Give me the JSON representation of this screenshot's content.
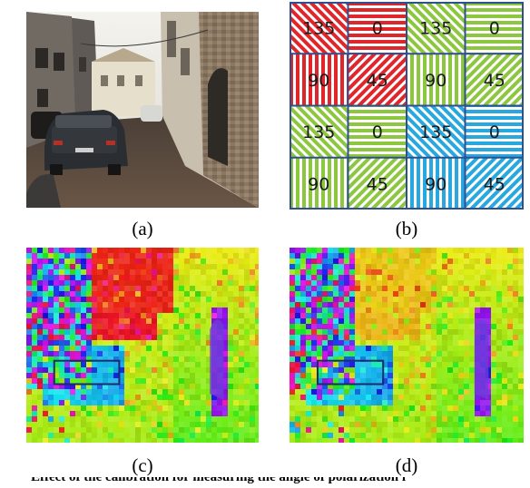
{
  "panels": {
    "a": {
      "caption": "(a)"
    },
    "b": {
      "caption": "(b)",
      "cells": [
        [
          {
            "label": "135",
            "color": "#e0262b"
          },
          {
            "label": "0",
            "color": "#e0262b"
          },
          {
            "label": "135",
            "color": "#8dc63f"
          },
          {
            "label": "0",
            "color": "#8dc63f"
          }
        ],
        [
          {
            "label": "90",
            "color": "#e0262b"
          },
          {
            "label": "45",
            "color": "#e0262b"
          },
          {
            "label": "90",
            "color": "#8dc63f"
          },
          {
            "label": "45",
            "color": "#8dc63f"
          }
        ],
        [
          {
            "label": "135",
            "color": "#8dc63f"
          },
          {
            "label": "0",
            "color": "#8dc63f"
          },
          {
            "label": "135",
            "color": "#29a8e0"
          },
          {
            "label": "0",
            "color": "#29a8e0"
          }
        ],
        [
          {
            "label": "90",
            "color": "#8dc63f"
          },
          {
            "label": "45",
            "color": "#8dc63f"
          },
          {
            "label": "90",
            "color": "#29a8e0"
          },
          {
            "label": "45",
            "color": "#29a8e0"
          }
        ]
      ],
      "grid_border_color": "#2f4f8f"
    },
    "c": {
      "caption": "(c)"
    },
    "d": {
      "caption": "(d)"
    }
  },
  "figure_caption": "Effect of the calibration for measuring the angle of polarization i"
}
